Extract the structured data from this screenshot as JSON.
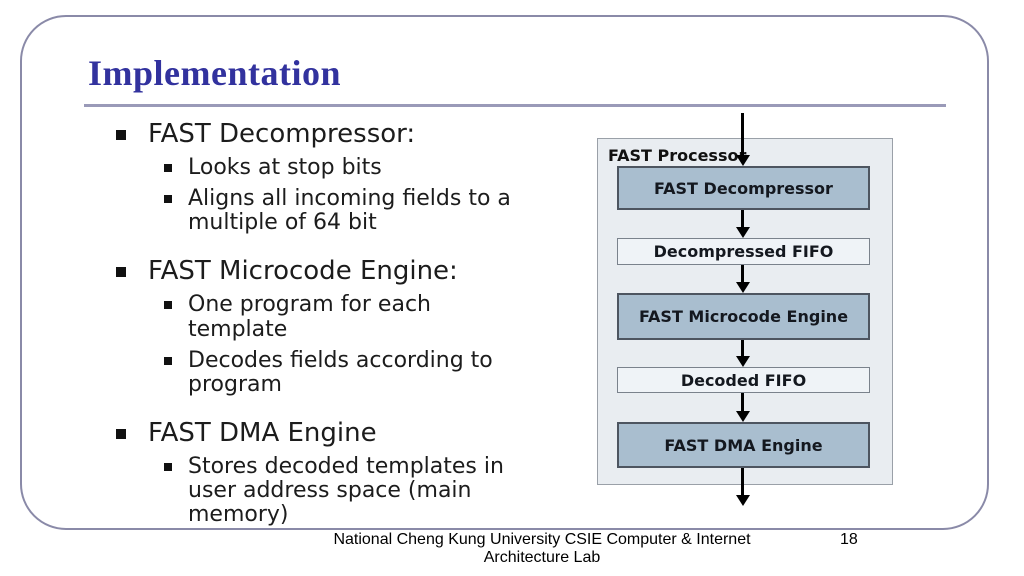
{
  "slide": {
    "title": "Implementation",
    "page_number": "18",
    "footer_line1": "National Cheng Kung University CSIE Computer & Internet",
    "footer_line2": "Architecture Lab"
  },
  "content": {
    "sections": [
      {
        "title": "FAST Decompressor:",
        "items": [
          "Looks at stop bits",
          "Aligns all incoming fields to a multiple of 64 bit"
        ]
      },
      {
        "title": "FAST Microcode Engine:",
        "items": [
          "One program for each template",
          "Decodes fields according to program"
        ]
      },
      {
        "title": "FAST DMA Engine",
        "items": [
          "Stores decoded templates in user address space (main memory)"
        ]
      }
    ]
  },
  "diagram": {
    "container_label": "FAST Processor",
    "nodes": [
      {
        "label": "FAST Decompressor",
        "type": "engine"
      },
      {
        "label": "Decompressed FIFO",
        "type": "fifo"
      },
      {
        "label": "FAST Microcode Engine",
        "type": "engine"
      },
      {
        "label": "Decoded FIFO",
        "type": "fifo"
      },
      {
        "label": "FAST DMA Engine",
        "type": "engine"
      }
    ],
    "flow": "top-input -> FAST Decompressor -> Decompressed FIFO -> FAST Microcode Engine -> Decoded FIFO -> FAST DMA Engine -> bottom-output"
  },
  "theme": {
    "title_color": "#32329e",
    "rule_color": "#9a9ab8",
    "slide_border_color": "#8a8aa8",
    "text_color": "#1c1c1c",
    "engine_fill": "#a9becf",
    "fifo_fill": "#eff3f7",
    "container_fill": "#e9edf1",
    "arrow_color": "#000000"
  }
}
